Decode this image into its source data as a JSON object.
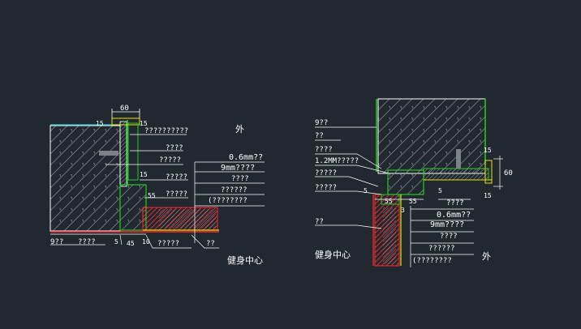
{
  "colors": {
    "background": "#212830",
    "line": "#ffffff",
    "green": "#22cc22",
    "yellow": "#e6e600",
    "red": "#ff2a2a",
    "cyan": "#22c8dc",
    "hatch": "#8a8f96",
    "gray": "#7d8288"
  },
  "left_detail": {
    "dim_top": "60",
    "dim_left_15": "15",
    "dim_right_15": "15",
    "label_outer": "外",
    "callouts": [
      "??????????",
      "????",
      "?????",
      "?????",
      "?????",
      "0.6mm??",
      "9mm????",
      "????",
      "??????",
      "(????????"
    ],
    "dim_vertical_15": "15",
    "dim_vertical_55": "55",
    "bottom_left_label": "9??",
    "bottom_label_1": "????",
    "bottom_label_2": "?????",
    "bottom_label_3": "??",
    "dim_bottom_5": "5",
    "dim_bottom_45": "45",
    "dim_bottom_10": "10",
    "caption": "健身中心"
  },
  "right_detail": {
    "callouts_left": [
      "9??",
      "??",
      "????",
      "1.2MM?????",
      "?????",
      "?????"
    ],
    "dim_55a": "55",
    "dim_55b": "55",
    "dim_5": "5",
    "dim_15_top": "15",
    "dim_60": "60",
    "dim_15_bot": "15",
    "dim_5_right": "5",
    "label_35": "3",
    "callouts_right": [
      "????",
      "0.6mm??",
      "9mm????",
      "????",
      "??????",
      "(????????"
    ],
    "label_left_bottom": "??",
    "caption": "健身中心",
    "label_outer": "外"
  }
}
